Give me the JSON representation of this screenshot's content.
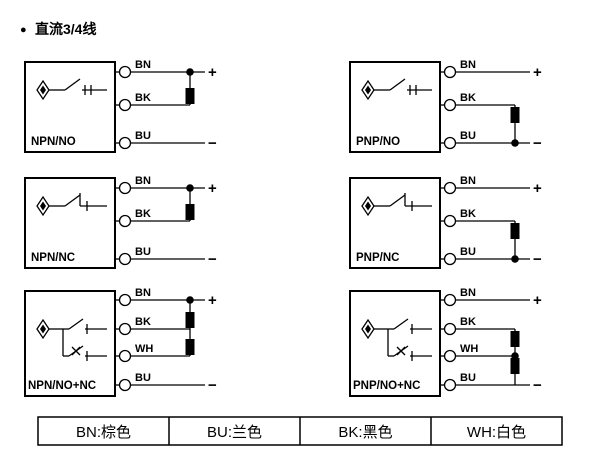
{
  "title": {
    "bullet": "●",
    "text": "直流3/4线"
  },
  "signs": {
    "plus": "+",
    "minus": "−"
  },
  "cells": [
    {
      "label": "NPN/NO",
      "type": "npn-3wire",
      "wires": [
        "BN",
        "BK",
        "BU"
      ]
    },
    {
      "label": "PNP/NO",
      "type": "pnp-3wire",
      "wires": [
        "BN",
        "BK",
        "BU"
      ]
    },
    {
      "label": "NPN/NC",
      "type": "npn-3wire",
      "wires": [
        "BN",
        "BK",
        "BU"
      ]
    },
    {
      "label": "PNP/NC",
      "type": "pnp-3wire",
      "wires": [
        "BN",
        "BK",
        "BU"
      ]
    },
    {
      "label": "NPN/NO+NC",
      "type": "npn-4wire",
      "wires": [
        "BN",
        "BK",
        "WH",
        "BU"
      ]
    },
    {
      "label": "PNP/NO+NC",
      "type": "pnp-4wire",
      "wires": [
        "BN",
        "BK",
        "WH",
        "BU"
      ]
    }
  ],
  "legend": [
    "BN:棕色",
    "BU:兰色",
    "BK:黑色",
    "WH:白色"
  ]
}
